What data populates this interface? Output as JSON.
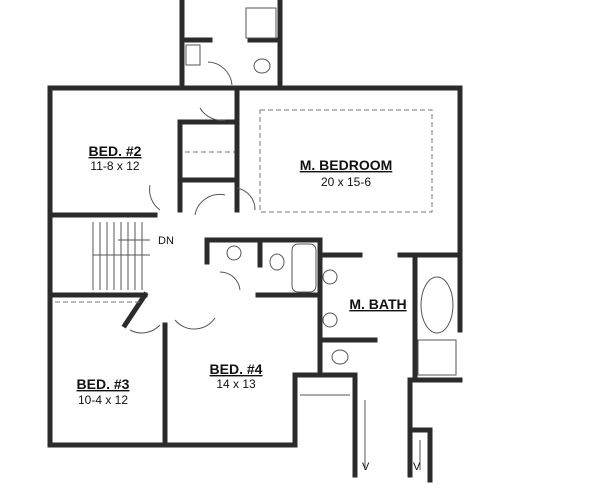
{
  "rooms": [
    {
      "name": "BED. #2",
      "size": "11-8 x 12"
    },
    {
      "name": "M. BEDROOM",
      "size": "20 x 15-6"
    },
    {
      "name": "M. BATH",
      "size": ""
    },
    {
      "name": "BED. #4",
      "size": "14 x 13"
    },
    {
      "name": "BED. #3",
      "size": "10-4 x 12"
    }
  ],
  "stair_label": "DN",
  "vent_labels": [
    "V",
    "V"
  ]
}
